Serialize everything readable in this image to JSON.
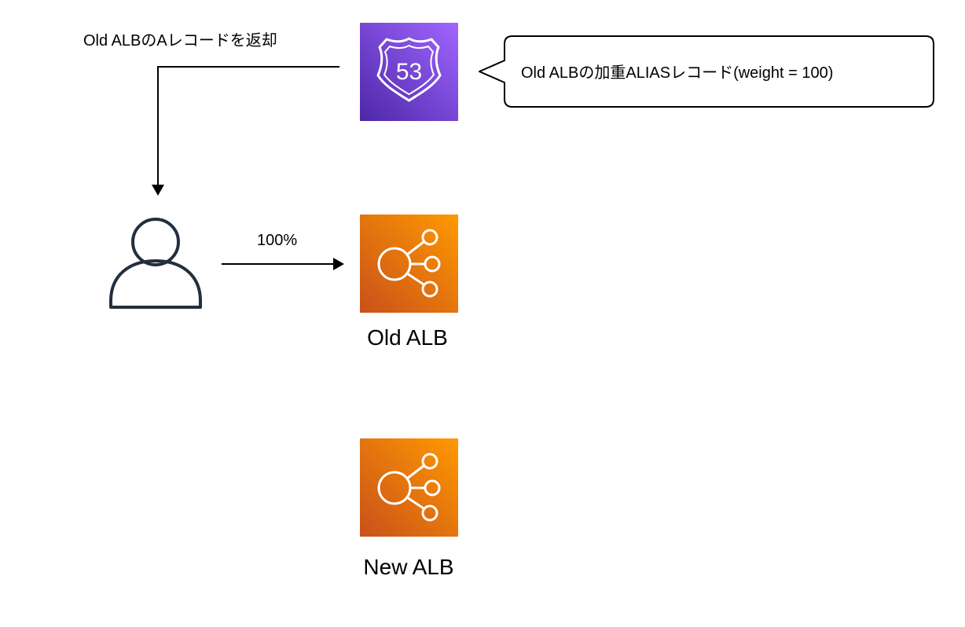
{
  "route53": {
    "icon": "route53-shield-icon",
    "number": "53",
    "color_top": "#8c4fff",
    "color_bottom": "#5a30b5",
    "return_label": "Old ALBのAレコードを返却"
  },
  "callout": {
    "text": "Old ALBの加重ALIASレコード(weight = 100)"
  },
  "user": {
    "icon": "user-icon",
    "color": "#232f3e"
  },
  "traffic": {
    "percent_label": "100%"
  },
  "old_alb": {
    "icon": "elastic-load-balancing-icon",
    "label": "Old ALB",
    "color_top": "#f78e04",
    "color_bottom": "#c8511b"
  },
  "new_alb": {
    "icon": "elastic-load-balancing-icon",
    "label": "New ALB",
    "color_top": "#f78e04",
    "color_bottom": "#c8511b"
  }
}
